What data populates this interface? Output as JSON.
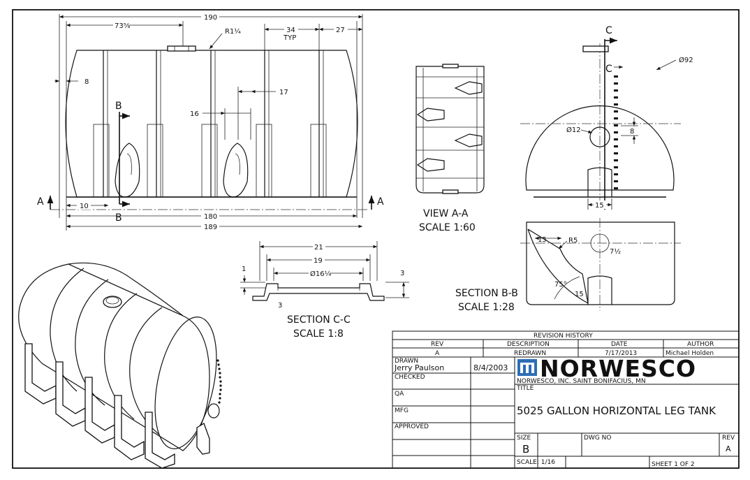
{
  "dimensions": {
    "overall_top": "190",
    "to_fitting": "73⅝",
    "radius_top": "R1¼",
    "pitch": "34",
    "pitch_note": "TYP",
    "end_gap": "27",
    "left_8": "8",
    "dim_17": "17",
    "dim_16": "16",
    "dim_10": "10",
    "dim_180": "180",
    "dim_189": "189",
    "diameter_92": "Ø92",
    "diameter_12": "Ø12",
    "dim_8_side": "8",
    "dim_15_side": "15",
    "cc_21": "21",
    "cc_19": "19",
    "cc_dia": "Ø16¼",
    "cc_1": "1",
    "cc_3_right": "3",
    "cc_3_bottom": "3",
    "bb_15": "15",
    "bb_r5": "R5",
    "bb_7half": "7½",
    "bb_angle": "75°",
    "bb_15_low": "15"
  },
  "markers": {
    "a": "A",
    "b": "B",
    "c": "C"
  },
  "views": {
    "view_aa_title": "VIEW A-A",
    "view_aa_scale": "SCALE 1:60",
    "section_cc_title": "SECTION C-C",
    "section_cc_scale": "SCALE 1:8",
    "section_bb_title": "SECTION B-B",
    "section_bb_scale": "SCALE 1:28"
  },
  "title_block": {
    "revision_history": "REVISION HISTORY",
    "rev_header": "REV",
    "desc_header": "DESCRIPTION",
    "date_header": "DATE",
    "author_header": "AUTHOR",
    "rev_value": "A",
    "desc_value": "REDRAWN",
    "date_value": "7/17/2013",
    "author_value": "Michael Holden",
    "drawn_label": "DRAWN",
    "drawn_name": "Jerry Paulson",
    "drawn_date": "8/4/2003",
    "checked_label": "CHECKED",
    "qa_label": "QA",
    "mfg_label": "MFG",
    "approved_label": "APPROVED",
    "logo_text": "NORWESCO",
    "company": "NORWESCO, INC.  SAINT BONIFACIUS, MN",
    "title_label": "TITLE",
    "title_value": "5025 GALLON HORIZONTAL LEG TANK",
    "size_label": "SIZE",
    "size_value": "B",
    "dwg_label": "DWG NO",
    "rev_label": "REV",
    "rev_block_value": "A",
    "scale_text": "SCALE:  1/16",
    "sheet_text": "SHEET 1  OF 2"
  }
}
